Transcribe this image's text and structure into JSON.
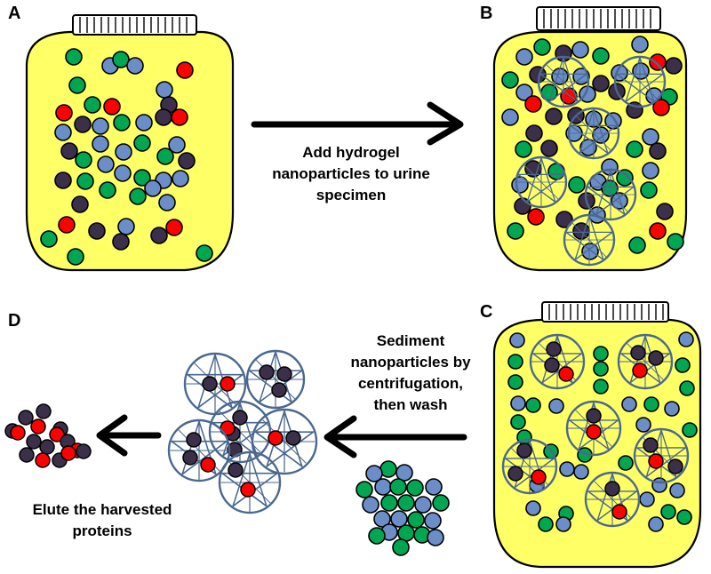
{
  "panels": {
    "a": {
      "label": "A"
    },
    "b": {
      "label": "B"
    },
    "c": {
      "label": "C"
    },
    "d": {
      "label": "D"
    }
  },
  "steps": {
    "add": {
      "line1": "Add hydrogel",
      "line2": "nanoparticles to urine",
      "line3": "specimen"
    },
    "sediment": {
      "line1": "Sediment",
      "line2": "nanoparticles by",
      "line3": "centrifugation,",
      "line4": "then wash"
    },
    "elute": {
      "line1": "Elute the harvested",
      "line2": "proteins"
    }
  },
  "colors": {
    "urine": "#ffff66",
    "protein_green": "#00a651",
    "protein_blue": "#6b8ec9",
    "protein_red": "#ff0000",
    "protein_dark": "#3b2f4a",
    "nanoparticle": "#4a6890",
    "outline": "#000000"
  },
  "icons": {
    "jar": "specimen-jar-icon",
    "nanoparticle": "hydrogel-nanoparticle-icon",
    "arrow": "process-arrow-icon"
  }
}
